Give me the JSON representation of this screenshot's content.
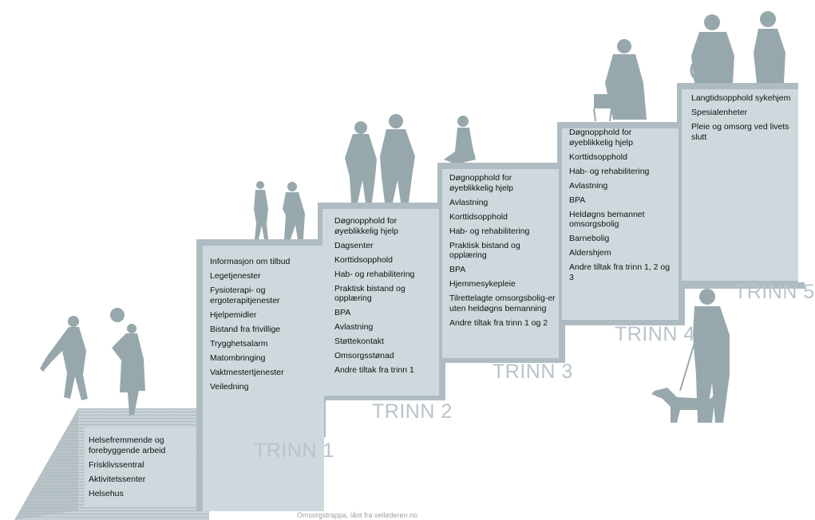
{
  "colors": {
    "step_fill": "#cfd9dd",
    "step_shadow": "#adbbc1",
    "silhouette": "#97a8ad",
    "trinn_label": "#b7c4ca",
    "base_texture": "#b9c5ca"
  },
  "base": {
    "items": [
      "Helsefremmende og forebyggende arbeid",
      "Frisklivssentral",
      "Aktivitetssenter",
      "Helsehus"
    ]
  },
  "steps": [
    {
      "label": "TRINN 1",
      "items": [
        "Informasjon om tilbud",
        "Legetjenester",
        "Fysioterapi- og ergoterapitjenester",
        "Hjelpemidler",
        "Bistand fra frivillige",
        "Trygghetsalarm",
        "Matombringing",
        "Vaktmestertjenester",
        "Veiledning"
      ]
    },
    {
      "label": "TRINN 2",
      "items": [
        "Døgnopphold for øyeblikkelig hjelp",
        "Dagsenter",
        "Korttidsopphold",
        "Hab- og rehabilitering",
        "Praktisk bistand og opplæring",
        "BPA",
        "Avlastning",
        "Støttekontakt",
        "Omsorgsstønad",
        "Andre tiltak fra trinn 1"
      ]
    },
    {
      "label": "TRINN 3",
      "items": [
        "Døgnopphold for øyeblikkelig hjelp",
        "Avlastning",
        "Korttidsopphold",
        "Hab- og rehabilitering",
        "Praktisk bistand og opplæring",
        "BPA",
        "Hjemmesykepleie",
        "Tilrettelagte omsorgsbolig-er uten heldøgns bemanning",
        "Andre tiltak fra trinn 1 og 2"
      ]
    },
    {
      "label": "TRINN 4",
      "items": [
        "Døgnopphold for øyeblikkelig hjelp",
        "Korttidsopphold",
        "Hab- og rehabilitering",
        "Avlastning",
        "BPA",
        "Heldøgns bemannet omsorgsbolig",
        "Barnebolig",
        "Aldershjem",
        "Andre tiltak fra trinn 1, 2 og 3"
      ]
    },
    {
      "label": "TRINN 5",
      "items": [
        "Langtidsopphold sykehjem",
        "Spesialenheter",
        "Pleie og omsorg ved livets slutt"
      ]
    }
  ],
  "caption": "Omsorgstrappa, lånt fra veilederen.no"
}
